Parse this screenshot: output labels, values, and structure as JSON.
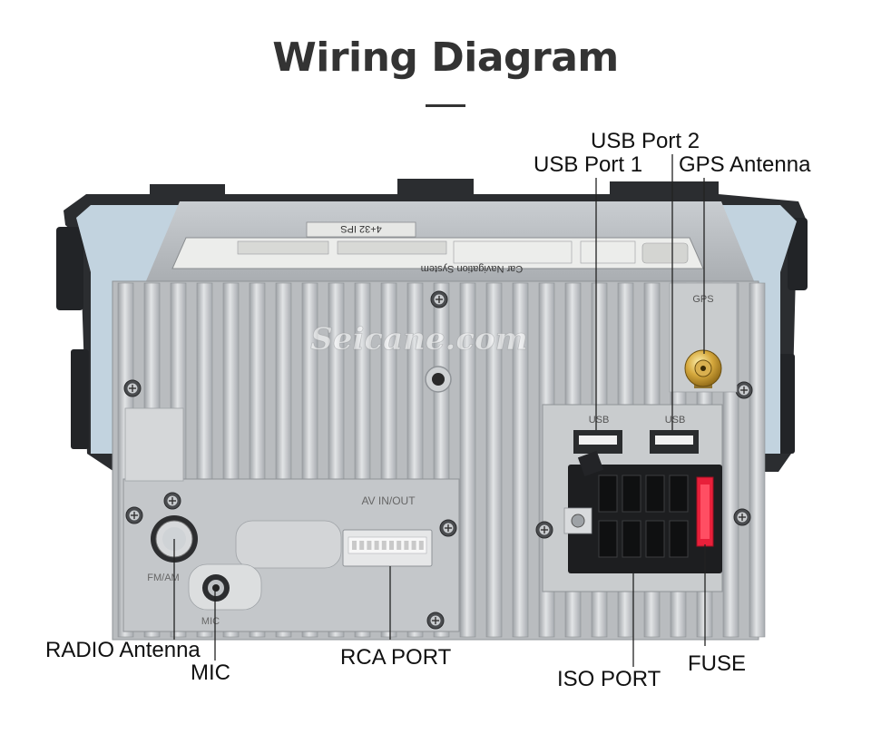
{
  "title": "Wiring Diagram",
  "watermark": "Seicane.com",
  "labels": {
    "usb_port_2": "USB Port 2",
    "usb_port_1": "USB  Port 1",
    "gps_antenna": "GPS Antenna",
    "radio_antenna": "RADIO Antenna",
    "mic": "MIC",
    "rca_port": "RCA PORT",
    "iso_port": "ISO PORT",
    "fuse": "FUSE"
  },
  "device_markings": {
    "gps": "GPS",
    "usb_left": "USB",
    "usb_right": "USB",
    "av_in_out": "AV  IN/OUT",
    "fm_am": "FM/AM",
    "mic": "MIC",
    "sticker_title": "Car Navigation System",
    "sticker_spec": "4+32 IPS"
  },
  "colors": {
    "title": "#333333",
    "chassis": "#b9bcbf",
    "fins": "#d6d8da",
    "frame": "#2b2d30",
    "fuse": "#e8203a",
    "leader": "#222222"
  }
}
